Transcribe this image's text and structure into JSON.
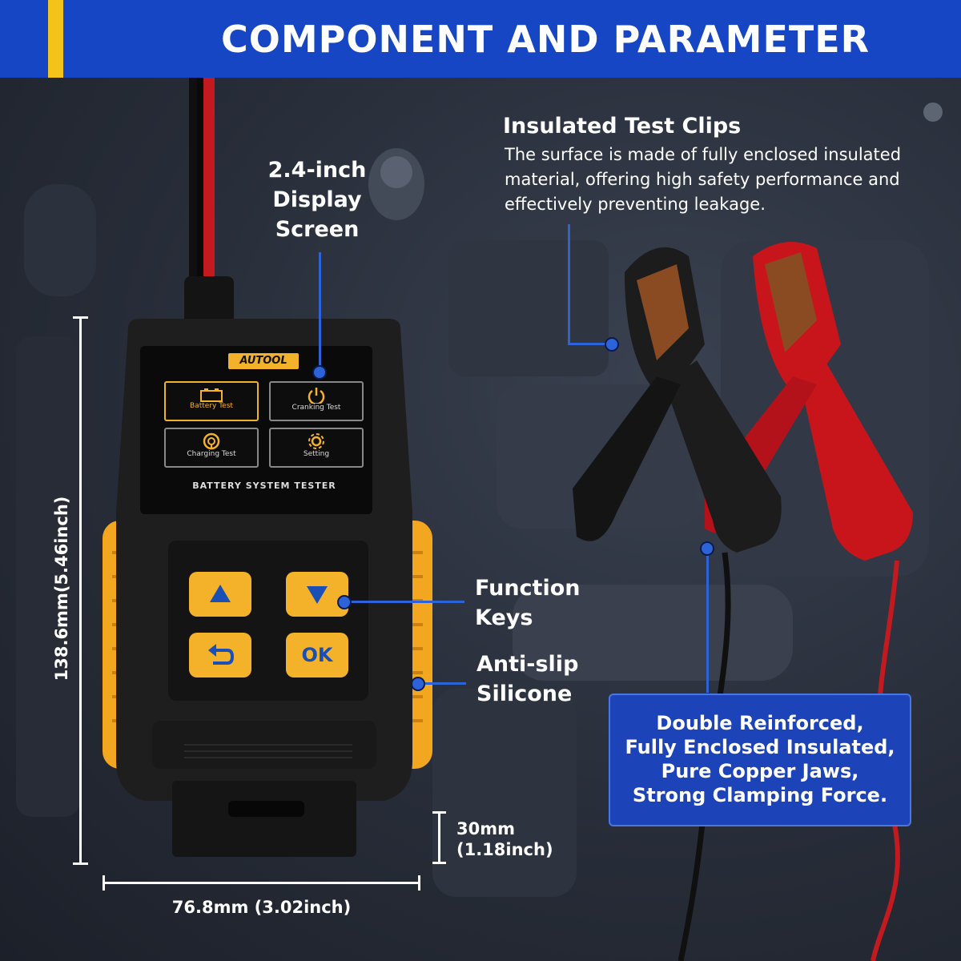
{
  "header": {
    "title": "COMPONENT AND PARAMETER",
    "colors": {
      "band": "#1746c4",
      "accent": "#f5c21a"
    }
  },
  "labels": {
    "display_screen": [
      "2.4-inch",
      "Display",
      "Screen"
    ],
    "insulated_clips_title": "Insulated Test Clips",
    "insulated_clips_desc": [
      "The surface is made of fully enclosed insulated",
      "material, offering high safety performance and",
      "effectively preventing leakage."
    ],
    "function_keys": [
      "Function",
      "Keys"
    ],
    "anti_slip": [
      "Anti-slip",
      "Silicone"
    ]
  },
  "dimensions": {
    "height": "138.6mm(5.46inch)",
    "width": "76.8mm (3.02inch)",
    "depth": [
      "30mm",
      "(1.18inch)"
    ]
  },
  "callout": {
    "lines": [
      "Double Reinforced,",
      "Fully Enclosed Insulated,",
      "Pure Copper Jaws,",
      "Strong Clamping Force."
    ]
  },
  "device": {
    "brand": "AUTOOL",
    "model_label": "BATTERY SYSTEM TESTER",
    "menu": [
      {
        "label": "Battery Test",
        "icon": "battery-icon"
      },
      {
        "label": "Cranking Test",
        "icon": "power-icon"
      },
      {
        "label": "Charging Test",
        "icon": "charging-icon"
      },
      {
        "label": "Setting",
        "icon": "gear-icon"
      }
    ],
    "keys": [
      {
        "name": "up",
        "icon": "arrow-up-icon"
      },
      {
        "name": "down",
        "icon": "arrow-down-icon"
      },
      {
        "name": "back",
        "icon": "back-arrow-icon"
      },
      {
        "name": "ok",
        "label": "OK"
      }
    ],
    "colors": {
      "body": "#1f1f1f",
      "grip": "#f3a61f",
      "key": "#f3b22a",
      "clip_black": "#1a1a1a",
      "clip_red": "#c8151b"
    }
  }
}
